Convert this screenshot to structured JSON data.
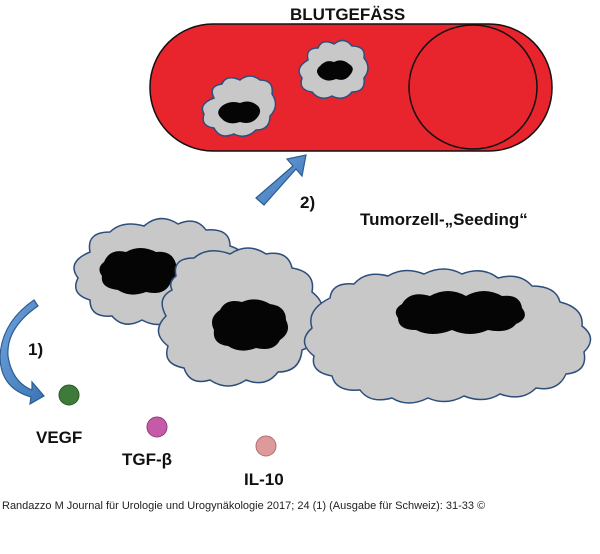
{
  "title": "BLUTGEFÄSS",
  "seeding_label": "Tumorzell-„Seeding“",
  "steps": {
    "step1": "1)",
    "step2": "2)"
  },
  "factors": [
    {
      "label": "VEGF",
      "color": "#3e7a3a"
    },
    {
      "label": "TGF-β",
      "color": "#c45aa8"
    },
    {
      "label": "IL-10",
      "color": "#de9a9a"
    }
  ],
  "citation": "Randazzo M Journal für Urologie und Urogynäkologie 2017; 24 (1) (Ausgabe für Schweiz): 31-33 ©",
  "colors": {
    "vessel": "#e8242d",
    "vessel_outline": "#111111",
    "cell_fill": "#c8c8c8",
    "cell_outline": "#2d4e7c",
    "nucleus": "#050505",
    "arrow": "#4a86c6",
    "arrow_outline": "#2e5c90"
  }
}
